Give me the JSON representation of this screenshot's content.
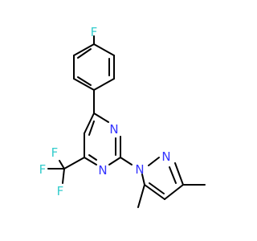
{
  "molecule": {
    "atoms": {
      "f_top": "F",
      "n_ring_top": "N",
      "n_ring_bottom": "N",
      "n_pyrazole_1": "N",
      "n_pyrazole_2": "N",
      "f_cf3_a": "F",
      "f_cf3_b": "F",
      "f_cf3_c": "F"
    },
    "colors": {
      "bond": "#000000",
      "nitrogen": "#3333ff",
      "fluorine": "#33cccc"
    }
  }
}
